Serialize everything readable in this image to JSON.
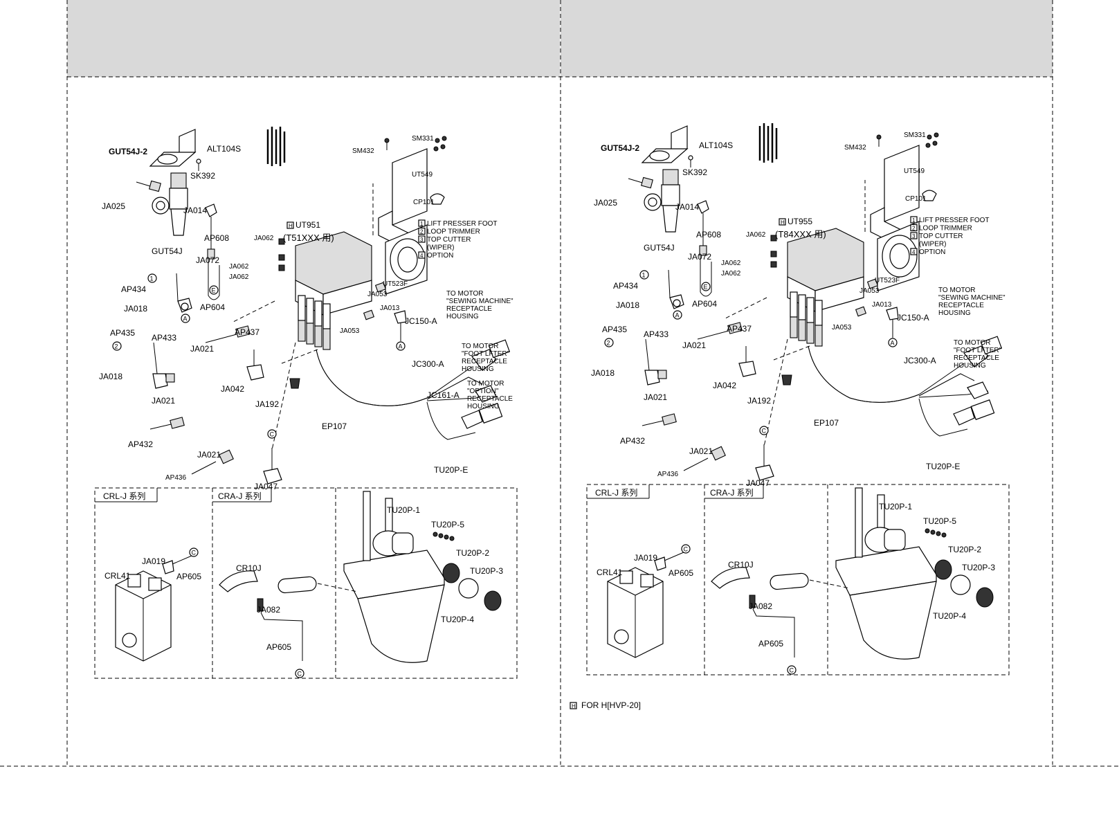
{
  "panels": [
    {
      "id": "left",
      "valve_label": "UT951",
      "valve_sub": "(T51XXX 用)",
      "labels": {
        "gut54j2": "GUT54J-2",
        "alt104s": "ALT104S",
        "sk392": "SK392",
        "ja025": "JA025",
        "ja014": "JA014",
        "ap608": "AP608",
        "gut54j": "GUT54J",
        "ja072": "JA072",
        "ap434": "AP434",
        "ja018a": "JA018",
        "ap604": "AP604",
        "ap435": "AP435",
        "ap433": "AP433",
        "ja021a": "JA021",
        "ap437": "AP437",
        "ja018b": "JA018",
        "ja042": "JA042",
        "ja192": "JA192",
        "ja021b": "JA021",
        "ap432": "AP432",
        "ap436": "AP436",
        "ja021c": "JA021",
        "ja047": "JA047",
        "ja062a": "JA062",
        "ja062b": "JA062",
        "ja062c": "JA062",
        "ja053a": "JA053",
        "ja053b": "JA053",
        "ja013": "JA013",
        "jc150": "JC150-A",
        "jc300": "JC300-A",
        "jc161": "JC161-A",
        "ep107": "EP107",
        "sm432": "SM432",
        "sm331": "SM331",
        "ut549": "UT549",
        "cp101": "CP101",
        "ut523f": "UT523F",
        "tu20pe": "TU20P-E"
      },
      "show_jc161": true
    },
    {
      "id": "right",
      "valve_label": "UT955",
      "valve_sub": "(T84XXX 用)",
      "labels": {
        "gut54j2": "GUT54J-2",
        "alt104s": "ALT104S",
        "sk392": "SK392",
        "ja025": "JA025",
        "ja014": "JA014",
        "ap608": "AP608",
        "gut54j": "GUT54J",
        "ja072": "JA072",
        "ap434": "AP434",
        "ja018a": "JA018",
        "ap604": "AP604",
        "ap435": "AP435",
        "ap433": "AP433",
        "ja021a": "JA021",
        "ap437": "AP437",
        "ja018b": "JA018",
        "ja042": "JA042",
        "ja192": "JA192",
        "ja021b": "JA021",
        "ap432": "AP432",
        "ap436": "AP436",
        "ja021c": "JA021",
        "ja047": "JA047",
        "ja062a": "JA062",
        "ja062b": "JA062",
        "ja062c": "JA062",
        "ja053a": "JA053",
        "ja053b": "JA053",
        "ja013": "JA013",
        "jc150": "JC150-A",
        "jc300": "JC300-A",
        "jc161": "",
        "ep107": "EP107",
        "sm432": "SM432",
        "sm331": "SM331",
        "ut549": "UT549",
        "cp101": "CP101",
        "ut523f": "UT523F",
        "tu20pe": "TU20P-E"
      },
      "show_jc161": false
    }
  ],
  "legend_items": [
    "LIFT PRESSER FOOT",
    "LOOP TRIMMER",
    "TOP CUTTER",
    "(WIPER)",
    "OPTION"
  ],
  "legend_nums": [
    "1",
    "2",
    "3",
    "4"
  ],
  "motor_notes": {
    "sewing": [
      "TO MOTOR",
      "\"SEWING MACHINE\"",
      "RECEPTACLE",
      "HOUSING"
    ],
    "foot": [
      "TO MOTOR",
      "\"FOOT LFTER\"",
      "RECEPTACLE",
      "HOUSING"
    ],
    "option": [
      "TO MOTOR",
      "\"OPTION\"",
      "RECEPTACLE",
      "HOUSING"
    ]
  },
  "sub_panels": {
    "crl_title": "CRL-J 系列",
    "cra_title": "CRA-J 系列",
    "crl41": "CRL41",
    "ja019": "JA019",
    "ap605a": "AP605",
    "cr10j": "CR10J",
    "ja082": "JA082",
    "ap605b": "AP605",
    "tu20p1": "TU20P-1",
    "tu20p5": "TU20P-5",
    "tu20p2": "TU20P-2",
    "tu20p3": "TU20P-3",
    "tu20p4": "TU20P-4"
  },
  "circle_marks": {
    "a": "A",
    "c": "C",
    "e": "E",
    "h": "H"
  },
  "footnote": "FOR  H[HVP-20]",
  "colors": {
    "panel_gray": "#d9d9d9",
    "line": "#000000"
  }
}
